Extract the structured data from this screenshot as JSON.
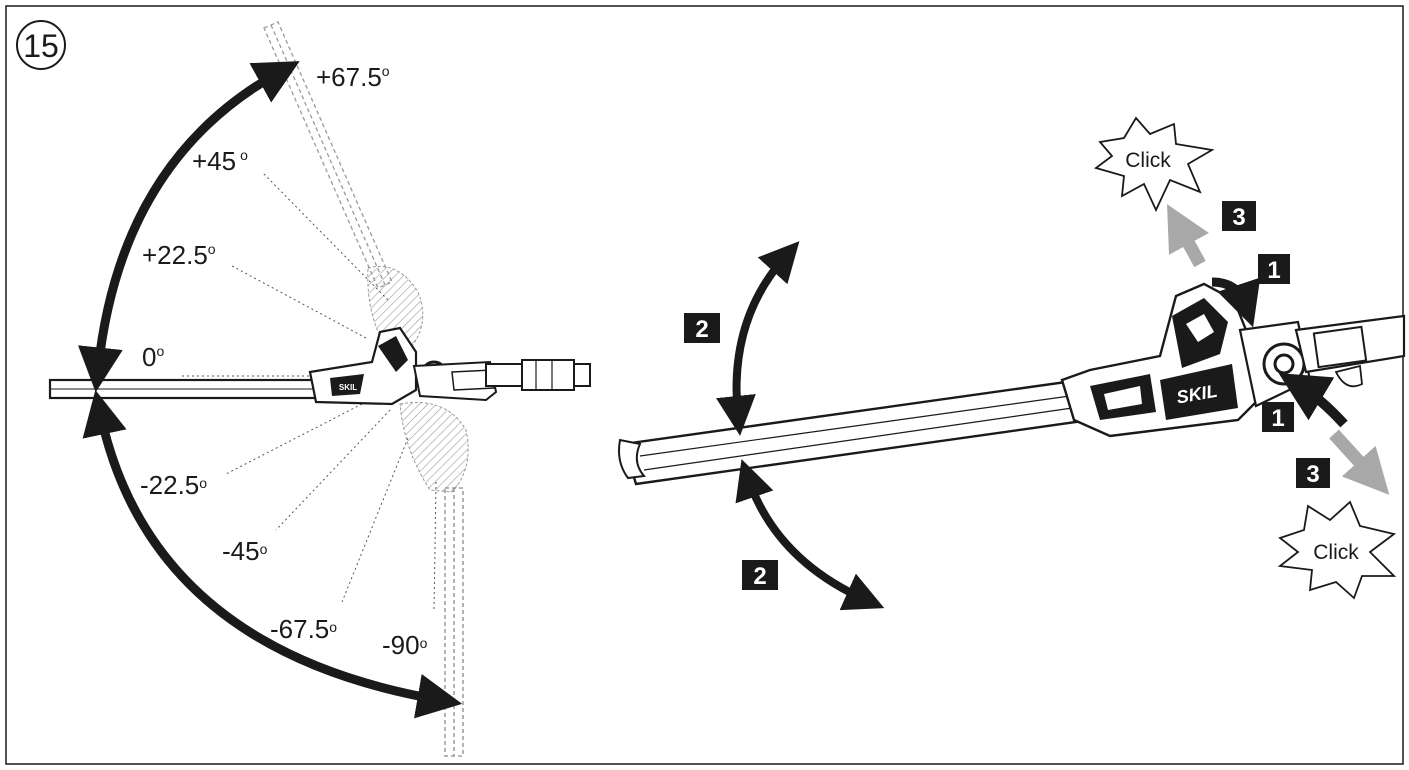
{
  "figure": {
    "number": "15",
    "angles": [
      "+67.5",
      "+45",
      "+22.5",
      "0",
      "-22.5",
      "-45",
      "-67.5",
      "-90"
    ],
    "degree_symbol": "o"
  },
  "steps": {
    "step_1": "1",
    "step_2": "2",
    "step_3": "3"
  },
  "sounds": {
    "click": "Click"
  },
  "brand": {
    "logo_text": "SKIL"
  },
  "colors": {
    "ink": "#1a1a1a",
    "arrow_grey": "#a8a8a8",
    "hatch": "#bdbdbd",
    "paper": "#ffffff"
  }
}
